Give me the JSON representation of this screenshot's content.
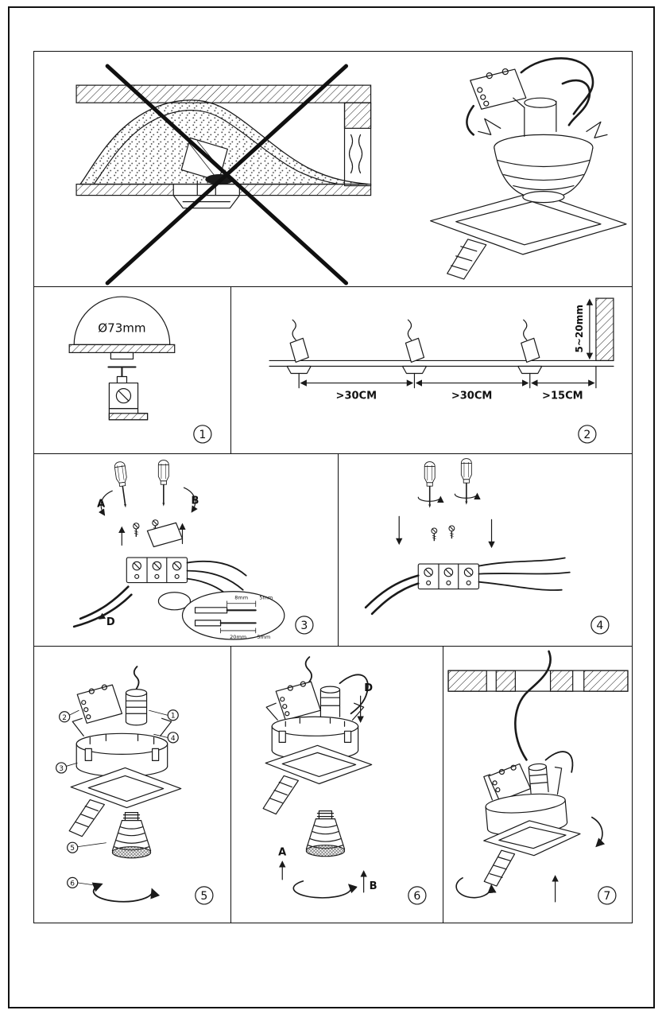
{
  "colors": {
    "ink": "#1a1a1a",
    "paper": "#ffffff"
  },
  "panels": {
    "p1": {
      "number": "1",
      "hole_diameter": "Ø73mm"
    },
    "p2": {
      "number": "2",
      "spacing": [
        ">30CM",
        ">30CM",
        ">15CM"
      ],
      "recess_depth": "5~20mm"
    },
    "p3": {
      "number": "3",
      "arrow_a": "A",
      "arrow_b": "B",
      "arrow_d": "D",
      "strip_detail": {
        "top": [
          "8mm",
          "5mm"
        ],
        "bottom": [
          "20mm",
          "5mm"
        ]
      }
    },
    "p4": {
      "number": "4"
    },
    "p5": {
      "number": "5",
      "parts": {
        "lampholder": "1",
        "driver_box": "2",
        "mounting_frame": "3",
        "spring_ring": "4",
        "lamp": "5",
        "retainer_ring": "6"
      }
    },
    "p6": {
      "number": "6",
      "arrow_d": "D",
      "arrow_a": "A",
      "arrow_b": "B"
    },
    "p7": {
      "number": "7"
    }
  }
}
